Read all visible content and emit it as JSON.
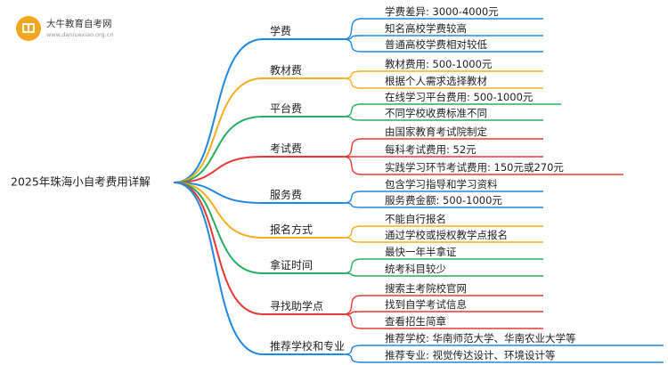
{
  "logo": {
    "name": "大牛教育自考网",
    "url": "www.daniuexiao.org.cn"
  },
  "root": {
    "label": "2025年珠海小自考费用详解"
  },
  "colors": {
    "root_line": "#2c3e91",
    "branches": [
      "#1e88e5",
      "#f2b01e",
      "#27ae60",
      "#e53935",
      "#1e88e5",
      "#f2b01e",
      "#27ae60",
      "#e53935",
      "#1e88e5"
    ]
  },
  "branches": [
    {
      "label": "学费",
      "children": [
        "学费差异: 3000-4000元",
        "知名高校学费较高",
        "普通高校学费相对较低"
      ]
    },
    {
      "label": "教材费",
      "children": [
        "教材费用: 500-1000元",
        "根据个人需求选择教材"
      ]
    },
    {
      "label": "平台费",
      "children": [
        "在线学习平台费用: 500-1000元",
        "不同学校收费标准不同"
      ]
    },
    {
      "label": "考试费",
      "children": [
        "由国家教育考试院制定",
        "每科考试费用: 52元",
        "实践学习环节考试费用: 150元或270元"
      ]
    },
    {
      "label": "服务费",
      "children": [
        "包含学习指导和学习资料",
        "服务费金额: 500-1000元"
      ]
    },
    {
      "label": "报名方式",
      "children": [
        "不能自行报名",
        "通过学校或授权教学点报名"
      ]
    },
    {
      "label": "拿证时间",
      "children": [
        "最快一年半拿证",
        "统考科目较少"
      ]
    },
    {
      "label": "寻找助学点",
      "children": [
        "搜索主考院校官网",
        "找到自学考试信息",
        "查看招生简章"
      ]
    },
    {
      "label": "推荐学校和专业",
      "children": [
        "推荐学校: 华南师范大学、华南农业大学等",
        "推荐专业: 视觉传达设计、环境设计等"
      ]
    }
  ]
}
